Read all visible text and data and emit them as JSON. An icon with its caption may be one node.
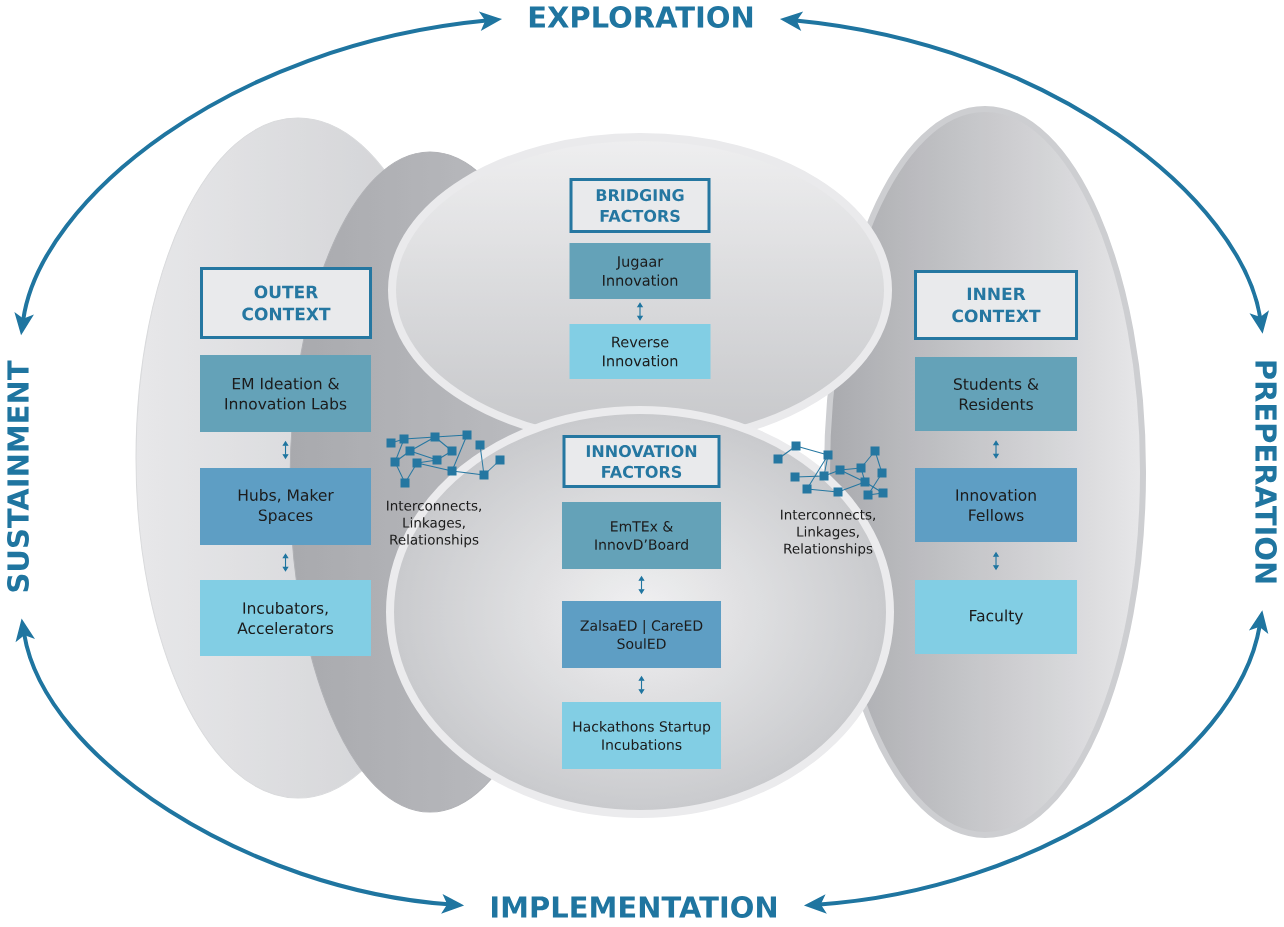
{
  "diagram": {
    "nodes": [
      {
        "text": [
          "EXPLORATION"
        ]
      },
      {
        "text": [
          "SUSTAINMENT"
        ]
      },
      {
        "text": [
          "PREPERATION"
        ]
      },
      {
        "text": [
          "IMPLEMENTATION"
        ]
      },
      {
        "text": [
          "OUTER CONTEXT"
        ]
      },
      {
        "text": [
          "EM Ideation & Innovation Labs"
        ]
      },
      {
        "text": [
          "Hubs, Maker Spaces"
        ]
      },
      {
        "text": [
          "Incubators, Accelerators"
        ]
      },
      {
        "text": [
          "BRIDGING FACTORS"
        ]
      },
      {
        "text": [
          "Jugaar Innovation"
        ]
      },
      {
        "text": [
          "Reverse Innovation"
        ]
      },
      {
        "text": [
          "INNOVATION FACTORS"
        ]
      },
      {
        "text": [
          "EmTEx & InnovD’Board"
        ]
      },
      {
        "text": [
          "ZalsaED | CareED SoulED"
        ]
      },
      {
        "text": [
          "Hackathons Startup Incubations"
        ]
      },
      {
        "text": [
          "INNER CONTEXT"
        ]
      },
      {
        "text": [
          "Students & Residents"
        ]
      },
      {
        "text": [
          "Innovation Fellows"
        ]
      },
      {
        "text": [
          "Faculty"
        ]
      }
    ],
    "edges": [
      {
        "from": 1,
        "to": 0,
        "arrow": "both",
        "style": "thick"
      },
      {
        "from": 0,
        "to": 2,
        "arrow": "both",
        "style": "thick"
      },
      {
        "from": 2,
        "to": 3,
        "arrow": "both",
        "style": "thick"
      },
      {
        "from": 3,
        "to": 1,
        "arrow": "both",
        "style": "thick"
      },
      {
        "from": 5,
        "to": 6,
        "arrow": "both"
      },
      {
        "from": 6,
        "to": 7,
        "arrow": "both"
      },
      {
        "from": 9,
        "to": 10,
        "arrow": "both"
      },
      {
        "from": 12,
        "to": 13,
        "arrow": "both"
      },
      {
        "from": 13,
        "to": 14,
        "arrow": "both"
      },
      {
        "from": 16,
        "to": 17,
        "arrow": "both"
      },
      {
        "from": 17,
        "to": 18,
        "arrow": "both"
      }
    ],
    "labels": [
      "Interconnects, Linkages, Relationships",
      "Interconnects, Linkages, Relationships"
    ]
  }
}
